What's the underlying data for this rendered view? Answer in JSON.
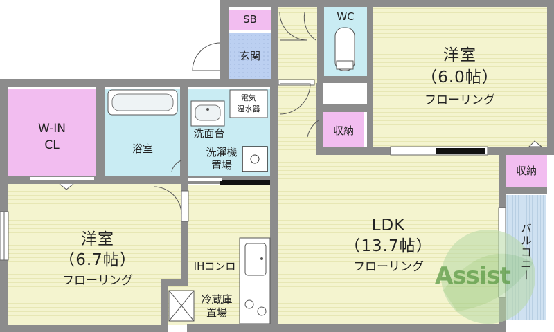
{
  "colors": {
    "wood": "#f4f4cf",
    "wood_stripe": "#e7e7b4",
    "wet": "#c9ecf3",
    "storage": "#f2bdf0",
    "entry": "#bcd0f1",
    "balcony": "#cfe1f1",
    "wall": "#8c8c8c",
    "watermark": "#6fa85a"
  },
  "rooms": {
    "sb": "SB",
    "genkan": "玄関",
    "wc": "WC",
    "western_a": {
      "name": "洋室",
      "size": "（6.0帖）",
      "floor": "フローリング"
    },
    "storage_a": "収納",
    "storage_b": "収納",
    "walkin": {
      "line1": "W-IN",
      "line2": "CL"
    },
    "bath": "浴室",
    "water_heater": {
      "line1": "電気",
      "line2": "温水器"
    },
    "washbasin": "洗面台",
    "washer": {
      "line1": "洗濯機",
      "line2": "置場"
    },
    "ldk": {
      "name": "LDK",
      "size": "（13.7帖）",
      "floor": "フローリング"
    },
    "western_b": {
      "name": "洋室",
      "size": "（6.7帖）",
      "floor": "フローリング"
    },
    "ih_stove": "IHコンロ",
    "fridge": {
      "line1": "冷蔵庫",
      "line2": "置場"
    },
    "balcony": "バルコニー"
  },
  "watermark": {
    "text": "Assist",
    "initial": "A"
  }
}
